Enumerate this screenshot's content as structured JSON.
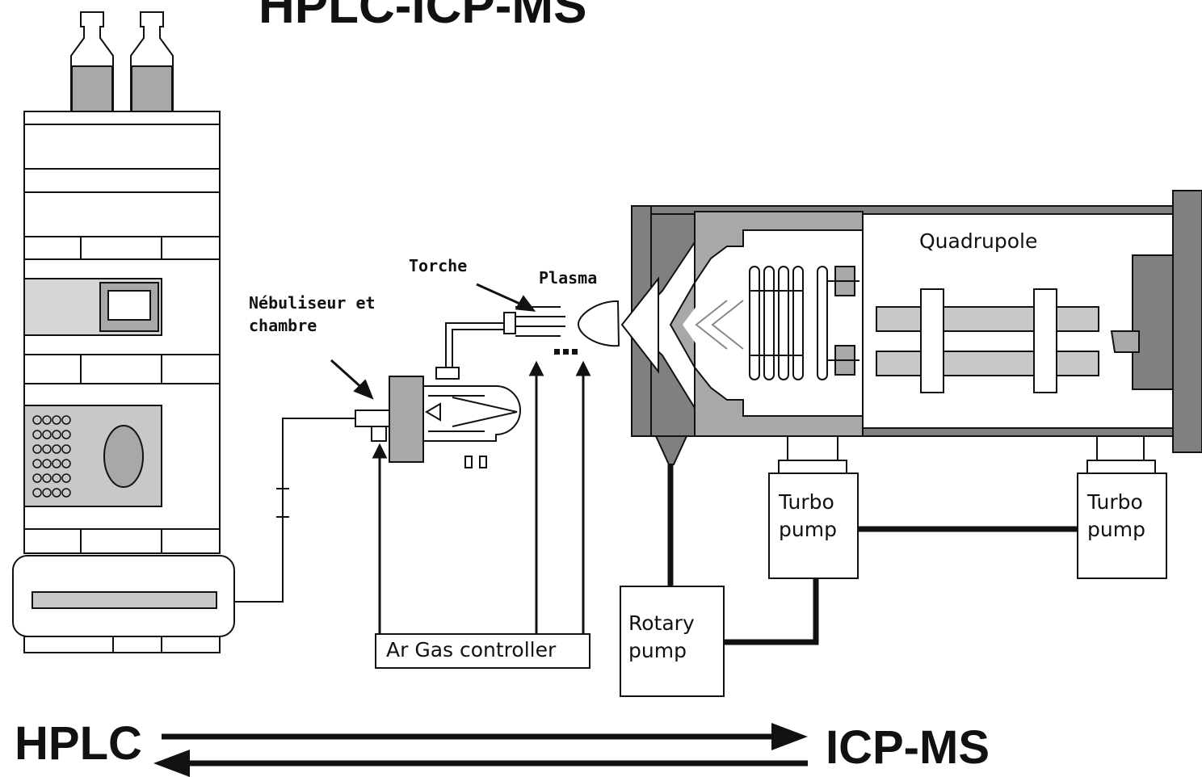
{
  "title": "HPLC-ICP-MS",
  "labels": {
    "torche": "Torche",
    "plasma": "Plasma",
    "nebuliseur_line1": "Nébuliseur et",
    "nebuliseur_line2": "chambre",
    "quadrupole": "Quadrupole",
    "turbo1_line1": "Turbo",
    "turbo1_line2": "pump",
    "turbo2_line1": "Turbo",
    "turbo2_line2": "pump",
    "rotary_line1": "Rotary",
    "rotary_line2": "pump",
    "gas_controller": "Ar Gas controller",
    "hplc": "HPLC",
    "icpms": "ICP-MS"
  },
  "colors": {
    "stroke": "#111111",
    "dark_gray": "#808080",
    "mid_gray": "#a8a8a8",
    "light_gray": "#d6d6d6",
    "panel_gray": "#c8c8c8"
  }
}
